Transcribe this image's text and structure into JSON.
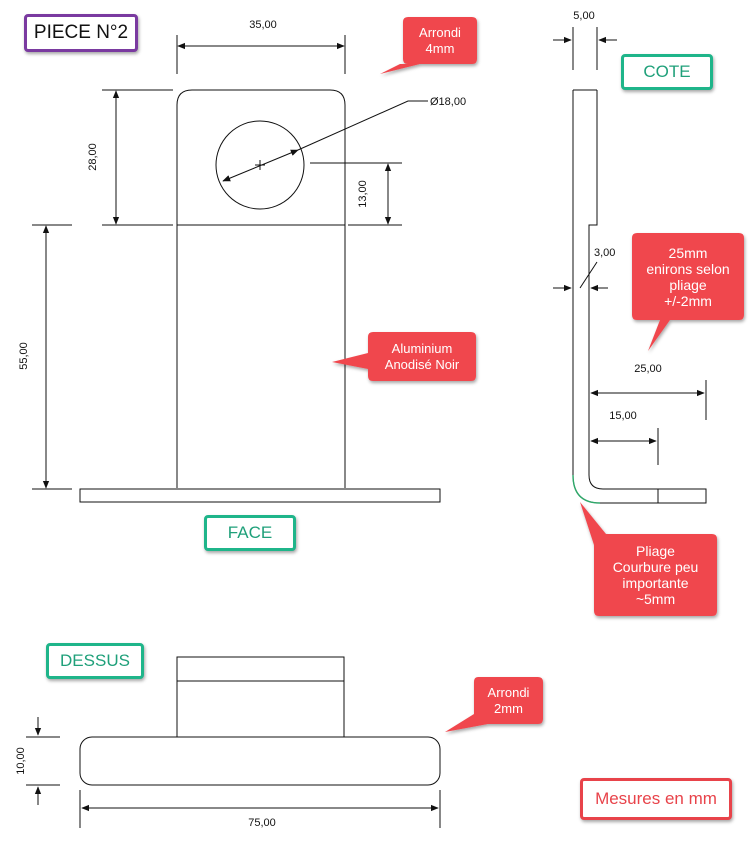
{
  "title": "PIECE N°2",
  "views": {
    "face": "FACE",
    "cote": "COTE",
    "dessus": "DESSUS"
  },
  "note": "Mesures en mm",
  "colors": {
    "callout": "#f0474d",
    "view_border": "#1fb58a",
    "title_border": "#7a3aa0",
    "bend_arc": "#2fa86a"
  },
  "callouts": {
    "arrondi4": [
      "Arrondi",
      "4mm"
    ],
    "aluminium": [
      "Aluminium",
      "Anodisé Noir"
    ],
    "pliage25": [
      "25mm",
      "enirons selon",
      "pliage",
      "+/-2mm"
    ],
    "pliage_courbure": [
      "Pliage",
      "Courbure peu",
      "importante",
      "~5mm"
    ],
    "arrondi2": [
      "Arrondi",
      "2mm"
    ]
  },
  "dimensions": {
    "face_width": "35,00",
    "hole_diameter": "Ø18,00",
    "top_height": "28,00",
    "hole_center": "13,00",
    "lower_height": "55,00",
    "side_thickness": "5,00",
    "side_inner": "3,00",
    "side_foot_25": "25,00",
    "side_foot_15": "15,00",
    "dessus_height": "10,00",
    "dessus_width": "75,00"
  }
}
